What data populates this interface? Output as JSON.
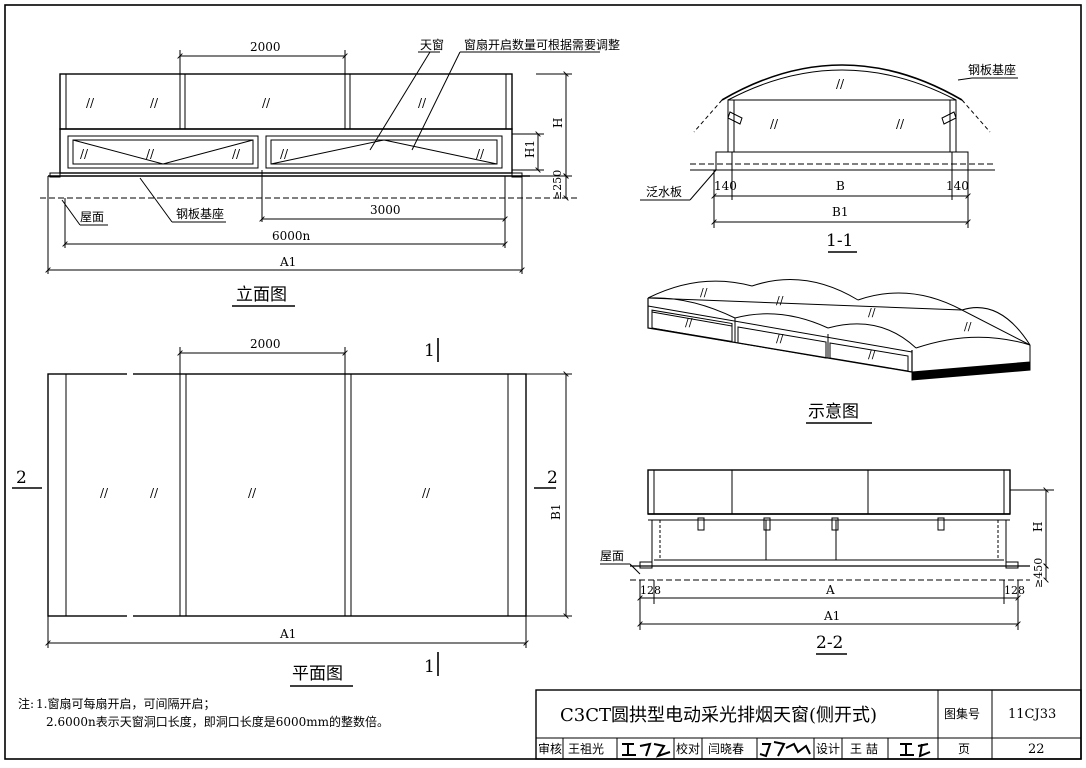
{
  "views": {
    "elevation": {
      "title": "立面图",
      "dim_2000": "2000",
      "dim_3000": "3000",
      "dim_6000n": "6000n",
      "dim_A1": "A1",
      "dim_H": "H",
      "dim_H1": "H1",
      "dim_250": "≥250",
      "label_skylight": "天窗",
      "label_sash_note": "窗扇开启数量可根据需要调整",
      "label_roof": "屋面",
      "label_base": "钢板基座"
    },
    "plan": {
      "title": "平面图",
      "dim_2000": "2000",
      "dim_A1": "A1",
      "dim_B1": "B1",
      "sec_1": "1",
      "sec_2": "2"
    },
    "section_1_1": {
      "title": "1-1",
      "label_base": "钢板基座",
      "label_flashing": "泛水板",
      "dim_140_left": "140",
      "dim_140_right": "140",
      "dim_B": "B",
      "dim_B1": "B1"
    },
    "schematic": {
      "title": "示意图"
    },
    "section_2_2": {
      "title": "2-2",
      "label_roof": "屋面",
      "dim_128_left": "128",
      "dim_128_right": "128",
      "dim_A": "A",
      "dim_A1": "A1",
      "dim_H": "H",
      "dim_450": "≥450"
    }
  },
  "glass_mark": "//",
  "notes": {
    "prefix": "注:",
    "line1": "1.窗扇可每扇开启，可间隔开启；",
    "line2": "2.6000n表示天窗洞口长度，即洞口长度是6000mm的整数倍。"
  },
  "title_block": {
    "title": "C3CT圆拱型电动采光排烟天窗(侧开式)",
    "atlas_label": "图集号",
    "atlas_value": "11CJ33",
    "review_label": "审核",
    "review_name": "王祖光",
    "check_label": "校对",
    "check_name": "闫晓春",
    "design_label": "设计",
    "design_name": "王 喆",
    "page_label": "页",
    "page_value": "22"
  }
}
